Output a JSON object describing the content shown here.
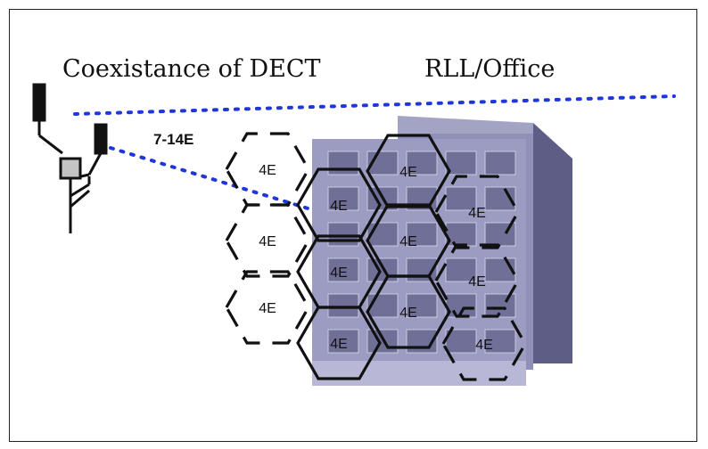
{
  "title": {
    "left": "Coexistance of DECT",
    "right": "RLL/Office"
  },
  "link_label": "7-14E",
  "cell_label": "4E",
  "colors": {
    "link_dots": "#1f36d8",
    "cell_outline": "#111111",
    "building_front": "#8f8fb8",
    "building_side": "#6c6c96",
    "building_window": "#5f5f86",
    "frame": "#222222"
  }
}
